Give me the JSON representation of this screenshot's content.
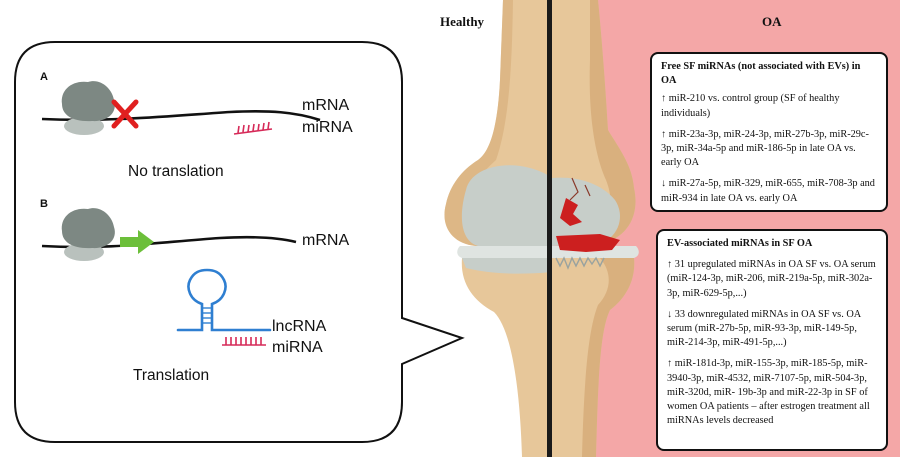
{
  "headers": {
    "healthy": "Healthy",
    "oa": "OA"
  },
  "panel_a": {
    "tag": "A",
    "mrna_label": "mRNA",
    "mirna_label": "miRNA",
    "caption": "No translation",
    "block_icon": "red-x-icon"
  },
  "panel_b": {
    "tag": "B",
    "mrna_label": "mRNA",
    "lncrna_label": "lncRNA",
    "mirna_label": "miRNA",
    "caption": "Translation",
    "go_icon": "green-arrow-icon"
  },
  "free_box": {
    "title": "Free SF miRNAs (not associated with EVs) in OA",
    "items": [
      "↑ miR-210 vs. control group (SF of healthy individuals)",
      "↑ miR-23a-3p, miR-24-3p, miR-27b-3p, miR-29c-3p, miR-34a-5p and miR-186-5p in late OA vs. early OA",
      "↓ miR-27a-5p, miR-329, miR-655, miR-708-3p and miR-934 in late OA vs. early OA"
    ]
  },
  "ev_box": {
    "title": "EV-associated miRNAs in SF OA",
    "items": [
      "↑ 31 upregulated miRNAs in OA SF vs. OA serum (miR-124-3p, miR-206, miR-219a-5p, miR-302a-3p, miR-629-5p,...)",
      "↓ 33 downregulated miRNAs in OA SF vs. OA serum (miR-27b-5p, miR-93-3p, miR-149-5p, miR-214-3p, miR-491-5p,...)",
      "↑ miR-181d-3p, miR-155-3p, miR-185-5p, miR-3940-3p, miR-4532, miR-7107-5p, miR-504-3p, miR-320d, miR- 19b-3p and miR-22-3p in SF of women OA patients – after estrogen treatment all miRNAs levels decreased"
    ]
  },
  "colors": {
    "oa_background": "#f4a7a7",
    "bone": "#e7c79a",
    "bone_shade": "#d9b07e",
    "cartilage": "#c7cec9",
    "divider": "#1a1a1a",
    "ribosome": "#7d8883",
    "ribosome_small": "#b9c1bd",
    "mirna": "#d62a58",
    "lncrna": "#2f7fd1",
    "block_red": "#e02020",
    "arrow_green": "#6cbf3a",
    "lesion": "#cc1f1f"
  }
}
